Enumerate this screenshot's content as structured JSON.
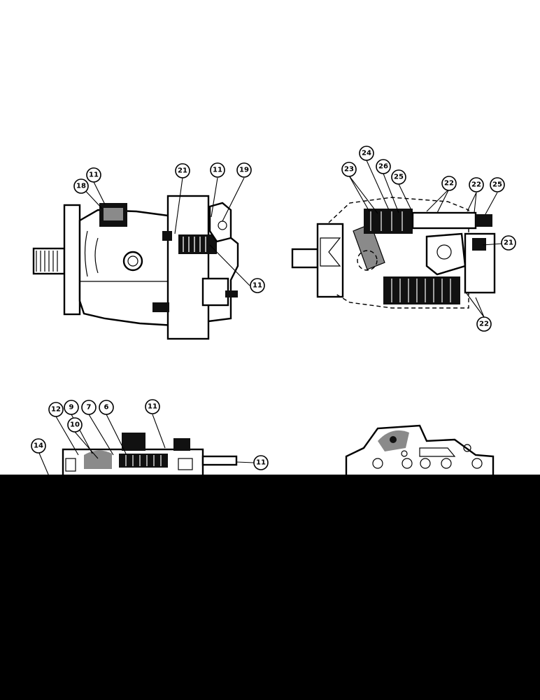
{
  "colors": {
    "background": "#ffffff",
    "ink": "#000000",
    "blackout": "#000000"
  },
  "views": [
    {
      "id": "view-top-left",
      "callouts": [
        "11",
        "18",
        "21",
        "11",
        "19",
        "11"
      ]
    },
    {
      "id": "view-top-right",
      "callouts": [
        "24",
        "23",
        "26",
        "25",
        "22",
        "22",
        "25",
        "21",
        "22"
      ]
    },
    {
      "id": "view-bottom-left",
      "callouts": [
        "12",
        "9",
        "7",
        "6",
        "11",
        "10",
        "14",
        "11"
      ]
    },
    {
      "id": "view-bottom-right",
      "callouts": []
    }
  ]
}
